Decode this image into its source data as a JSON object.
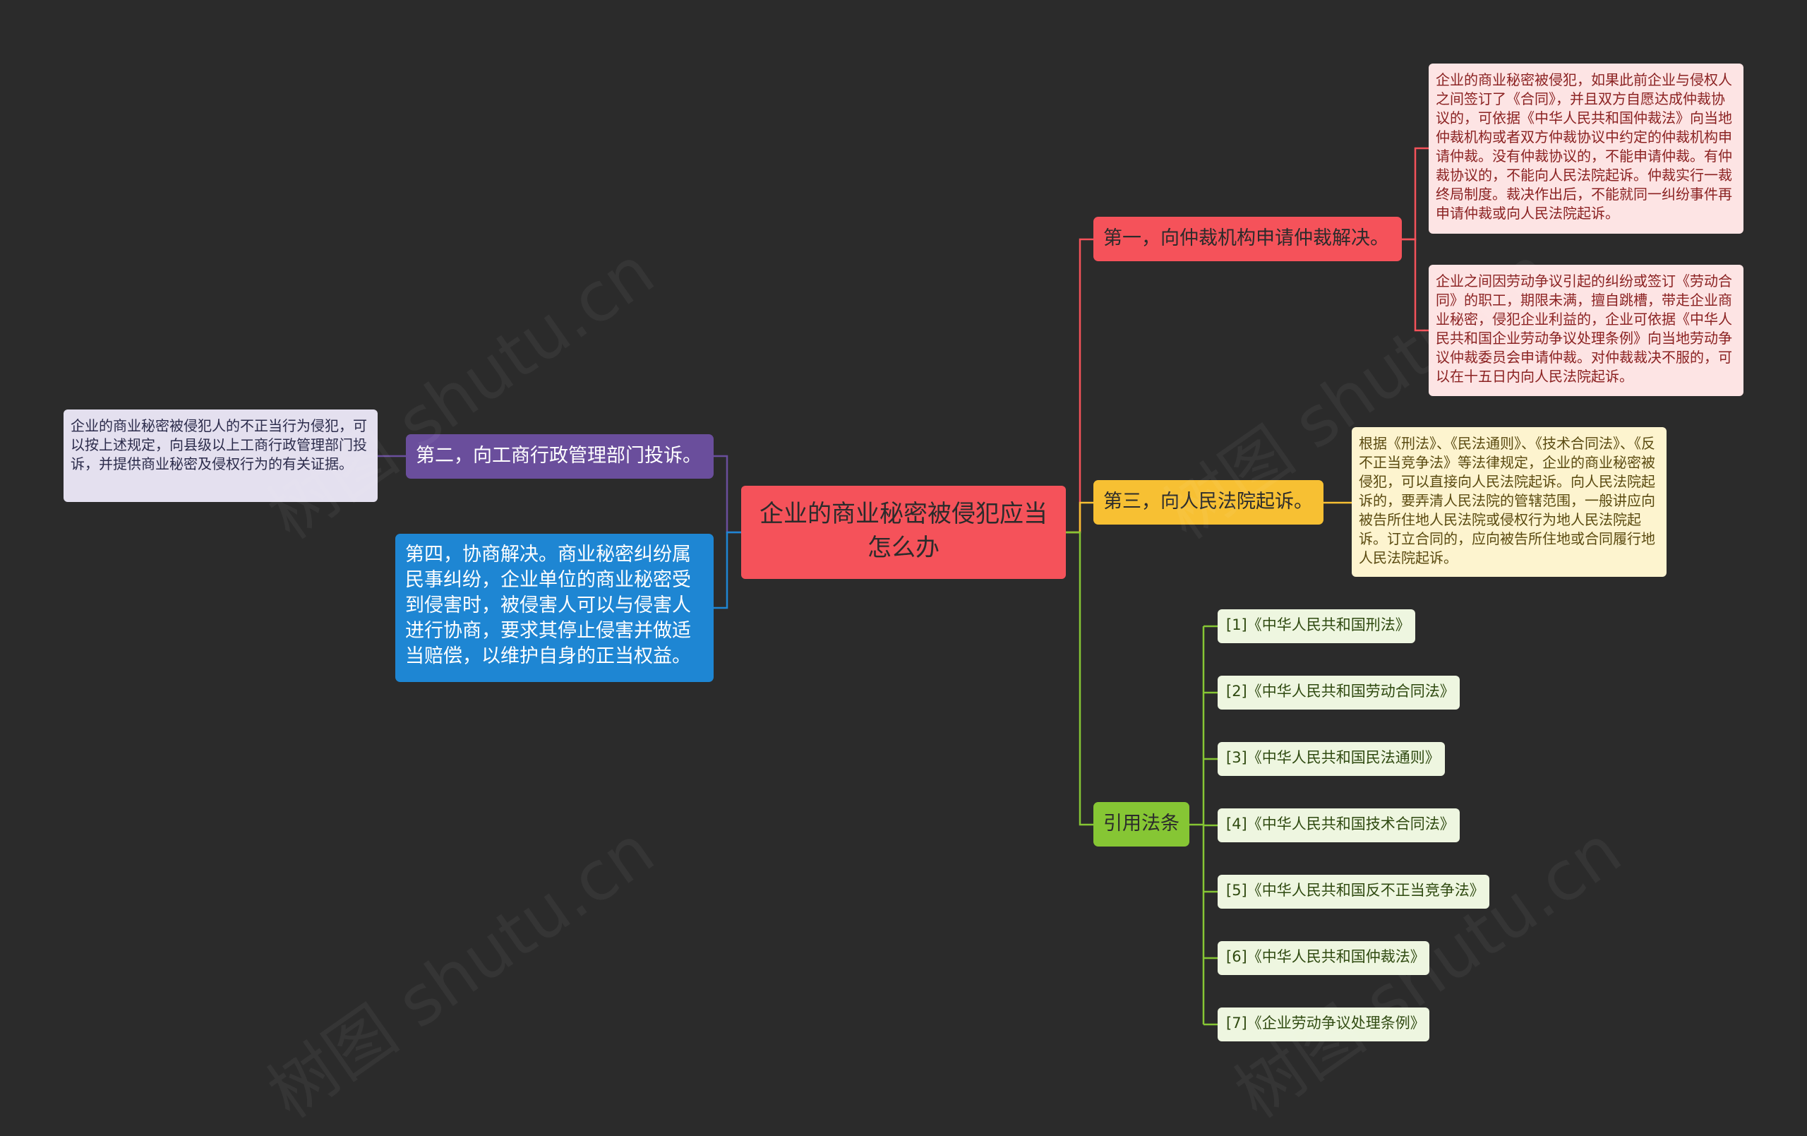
{
  "root": {
    "text": "企业的商业秘密被侵犯应当怎么办"
  },
  "branches": {
    "first": "第一，向仲裁机构申请仲裁解决。",
    "second": "第二，向工商行政管理部门投诉。",
    "third": "第三，向人民法院起诉。",
    "fourth": "第四，协商解决。商业秘密纠纷属民事纠纷，企业单位的商业秘密受到侵害时，被侵害人可以与侵害人进行协商，要求其停止侵害并做适当赔偿，以维护自身的正当权益。",
    "laws": "引用法条"
  },
  "leaves": {
    "first_a": "企业的商业秘密被侵犯，如果此前企业与侵权人之间签订了《合同》，并且双方自愿达成仲裁协议的，可依据《中华人民共和国仲裁法》向当地仲裁机构或者双方仲裁协议中约定的仲裁机构申请仲裁。没有仲裁协议的，不能申请仲裁。有仲裁协议的，不能向人民法院起诉。仲裁实行一裁终局制度。裁决作出后，不能就同一纠纷事件再申请仲裁或向人民法院起诉。",
    "first_b": "企业之间因劳动争议引起的纠纷或签订《劳动合同》的职工，期限未满，擅自跳槽，带走企业商业秘密，侵犯企业利益的，企业可依据《中华人民共和国企业劳动争议处理条例》向当地劳动争议仲裁委员会申请仲裁。对仲裁裁决不服的，可以在十五日内向人民法院起诉。",
    "second_a": "企业的商业秘密被侵犯人的不正当行为侵犯，可以按上述规定，向县级以上工商行政管理部门投诉，并提供商业秘密及侵权行为的有关证据。",
    "third_a": "根据《刑法》、《民法通则》、《技术合同法》、《反不正当竞争法》等法律规定，企业的商业秘密被侵犯，可以直接向人民法院起诉。向人民法院起诉的，要弄清人民法院的管辖范围，一般讲应向被告所住地人民法院或侵权行为地人民法院起诉。订立合同的，应向被告所住地或合同履行地人民法院起诉。"
  },
  "laws": [
    "[1]《中华人民共和国刑法》",
    "[2]《中华人民共和国劳动合同法》",
    "[3]《中华人民共和国民法通则》",
    "[4]《中华人民共和国技术合同法》",
    "[5]《中华人民共和国反不正当竞争法》",
    "[6]《中华人民共和国仲裁法》",
    "[7]《企业劳动争议处理条例》"
  ],
  "watermark": "树图 shutu.cn",
  "colors": {
    "background": "#2b2b2b",
    "root": "#f5525a",
    "first": "#f5525a",
    "second": "#6a4e9c",
    "third": "#f7c033",
    "fourth": "#1e86d3",
    "laws": "#86c634"
  }
}
